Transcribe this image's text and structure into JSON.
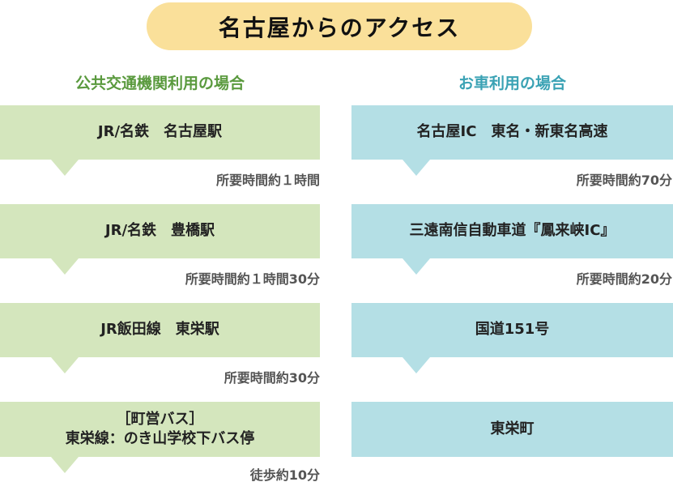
{
  "title": "名古屋からのアクセス",
  "colors": {
    "title_bg": "#fae09a",
    "public_heading": "#5a9a3e",
    "car_heading": "#3aa2b4",
    "public_box": "#d4e6bd",
    "car_box": "#b4dfe5"
  },
  "public_transport": {
    "heading": "公共交通機関利用の場合",
    "steps": [
      {
        "lines": [
          "JR/名鉄　名古屋駅"
        ],
        "time": "所要時間約１時間"
      },
      {
        "lines": [
          "JR/名鉄　豊橋駅"
        ],
        "time": "所要時間約１時間30分"
      },
      {
        "lines": [
          "JR飯田線　東栄駅"
        ],
        "time": "所要時間約30分"
      },
      {
        "lines": [
          "［町営バス］",
          "東栄線：のき山学校下バス停"
        ],
        "time": "徒歩約10分"
      }
    ]
  },
  "car": {
    "heading": "お車利用の場合",
    "steps": [
      {
        "lines": [
          "名古屋IC　東名・新東名高速"
        ],
        "time": "所要時間約70分"
      },
      {
        "lines": [
          "三遠南信自動車道『鳳来峡IC』"
        ],
        "time": "所要時間約20分"
      },
      {
        "lines": [
          "国道151号"
        ],
        "time": ""
      },
      {
        "lines": [
          "東栄町"
        ],
        "time": ""
      }
    ]
  }
}
